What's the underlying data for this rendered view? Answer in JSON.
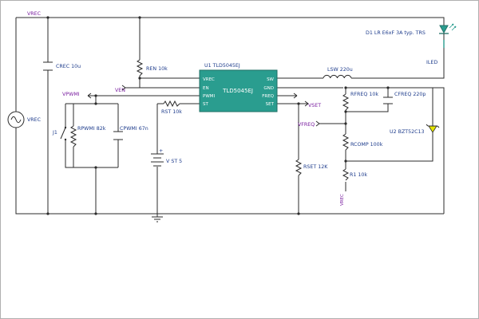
{
  "ic": {
    "ref": "U1",
    "part": "TLD5045EJ",
    "pins_left": [
      "VREC",
      "EN",
      "PWMI",
      "ST"
    ],
    "pins_right": [
      "SW",
      "GND",
      "FREQ",
      "SET"
    ],
    "color": "#2a9d8f"
  },
  "components": {
    "crec": {
      "ref": "CREC",
      "value": "10u"
    },
    "ren": {
      "ref": "REN",
      "value": "10k"
    },
    "rst": {
      "ref": "RST",
      "value": "10k"
    },
    "rpwmi": {
      "ref": "RPWMI",
      "value": "82k"
    },
    "cpwmi": {
      "ref": "CPWMI",
      "value": "67n"
    },
    "j1": {
      "ref": "J1"
    },
    "vst": {
      "ref": "V",
      "value": "ST 5"
    },
    "vrec_src": {
      "ref": "VREC"
    },
    "lsw": {
      "ref": "LSW",
      "value": "220u"
    },
    "d1": {
      "ref": "D1",
      "value": "LR E6xF 3A typ. TRS"
    },
    "iled": {
      "ref": "ILED"
    },
    "rfreq": {
      "ref": "RFREQ",
      "value": "10k"
    },
    "cfreq": {
      "ref": "CFREQ",
      "value": "220p"
    },
    "u2": {
      "ref": "U2",
      "value": "BZT52C13"
    },
    "rcomp": {
      "ref": "RCOMP",
      "value": "100k"
    },
    "rset": {
      "ref": "RSET",
      "value": "12K"
    },
    "r1": {
      "ref": "R1",
      "value": "10k"
    }
  },
  "nets": {
    "vrec_top": "VREC",
    "ven": "VEN",
    "vpwmi": "VPWMI",
    "vset": "VSET",
    "vfreq": "VFREQ",
    "vrec_bottom": "VREC"
  },
  "colors": {
    "wire": "#2b2b2b",
    "label": "#1e3c8c",
    "net": "#7a1fa0",
    "led": "#2a9d8f",
    "zener_fill": "#e6e600"
  }
}
